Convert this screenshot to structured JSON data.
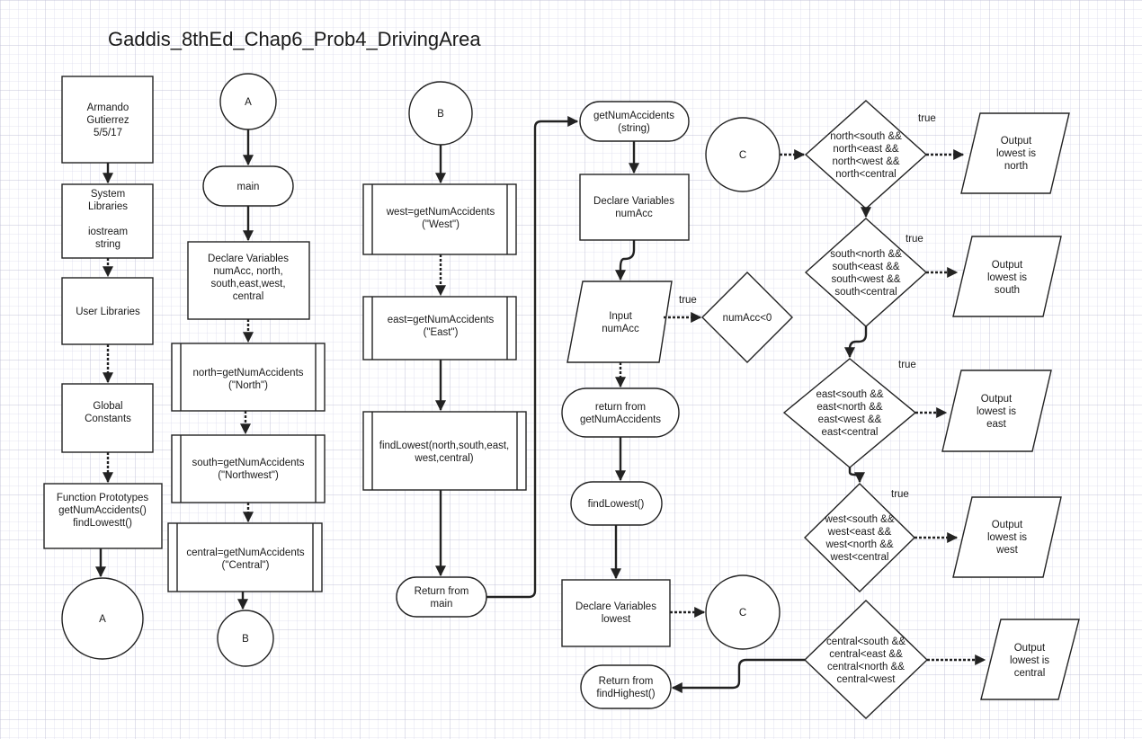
{
  "title": "Gaddis_8thEd_Chap6_Prob4_DrivingArea",
  "colors": {
    "background": "#ffffff",
    "grid_minor": "#dcdcec",
    "grid_major": "#c4c4da",
    "stroke": "#222222"
  },
  "col1": {
    "author": [
      "Armando",
      "Gutierrez",
      "5/5/17"
    ],
    "system_libraries": [
      "System",
      "Libraries",
      "",
      "iostream",
      "string"
    ],
    "user_libraries": [
      "User Libraries"
    ],
    "global_constants": [
      "Global",
      "Constants"
    ],
    "function_prototypes": [
      "Function Prototypes",
      "getNumAccidents()",
      "findLowestt()"
    ],
    "connector_a": "A"
  },
  "col2": {
    "connector_a": "A",
    "main": [
      "main"
    ],
    "declare": [
      "Declare Variables",
      "numAcc, north,",
      "south,east,west,",
      "central"
    ],
    "north": [
      "north=getNumAccidents",
      "(\"North\")"
    ],
    "south": [
      "south=getNumAccidents",
      "(\"Northwest\")"
    ],
    "central": [
      "central=getNumAccidents",
      "(\"Central\")"
    ],
    "connector_b": "B"
  },
  "col3": {
    "connector_b": "B",
    "west": [
      "west=getNumAccidents",
      "(\"West\")"
    ],
    "east": [
      "east=getNumAccidents",
      "(\"East\")"
    ],
    "findlowest": [
      "findLowest(north,south,east,",
      "west,central)"
    ],
    "return_main": [
      "Return from",
      "main"
    ]
  },
  "col4": {
    "get_num_accidents": [
      "getNumAccidents",
      "(string)"
    ],
    "declare_numacc": [
      "Declare Variables",
      "numAcc"
    ],
    "input": [
      "Input",
      "numAcc"
    ],
    "true_label": "true",
    "check": [
      "numAcc<0"
    ],
    "return_get": [
      "return from",
      "getNumAccidents"
    ],
    "findlowest": [
      "findLowest()"
    ],
    "declare_lowest": [
      "Declare Variables",
      "lowest"
    ],
    "connector_c": "C",
    "return_highest": [
      "Return from",
      "findHighest()"
    ]
  },
  "col5": {
    "connector_c": "C",
    "decisions": [
      {
        "lines": [
          "north<south &&",
          "north<east &&",
          "north<west &&",
          "north<central"
        ],
        "true_label": "true",
        "output": [
          "Output",
          "lowest is",
          "north"
        ]
      },
      {
        "lines": [
          "south<north &&",
          "south<east &&",
          "south<west &&",
          "south<central"
        ],
        "true_label": "true",
        "output": [
          "Output",
          "lowest is",
          "south"
        ]
      },
      {
        "lines": [
          "east<south &&",
          "east<north &&",
          "east<west &&",
          "east<central"
        ],
        "true_label": "true",
        "output": [
          "Output",
          "lowest is",
          "east"
        ]
      },
      {
        "lines": [
          "west<south &&",
          "west<east &&",
          "west<north &&",
          "west<central"
        ],
        "true_label": "true",
        "output": [
          "Output",
          "lowest is",
          "west"
        ]
      },
      {
        "lines": [
          "central<south &&",
          "central<east &&",
          "central<north &&",
          "central<west"
        ],
        "true_label": "",
        "output": [
          "Output",
          "lowest is",
          "central"
        ]
      }
    ]
  }
}
